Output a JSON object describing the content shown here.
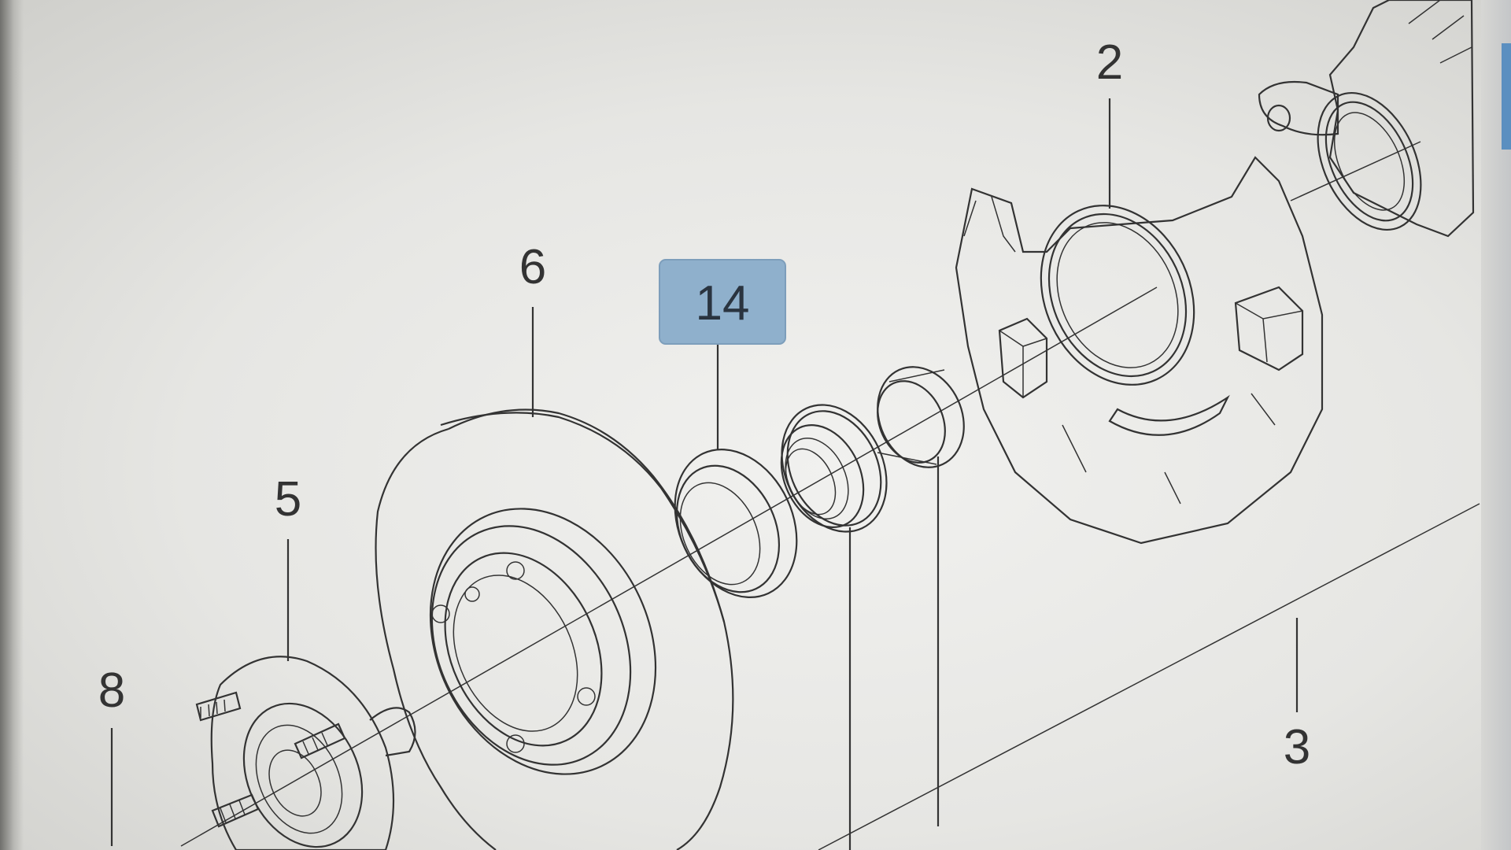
{
  "diagram": {
    "callouts": [
      {
        "id": "c2",
        "number": "2"
      },
      {
        "id": "c3",
        "number": "3"
      },
      {
        "id": "c5",
        "number": "5"
      },
      {
        "id": "c6",
        "number": "6"
      },
      {
        "id": "c8",
        "number": "8"
      },
      {
        "id": "c14",
        "number": "14",
        "highlighted": true
      }
    ],
    "colors": {
      "linework": "#333333",
      "highlight_fill": "#8fb0cc",
      "background": "#ececea"
    }
  }
}
